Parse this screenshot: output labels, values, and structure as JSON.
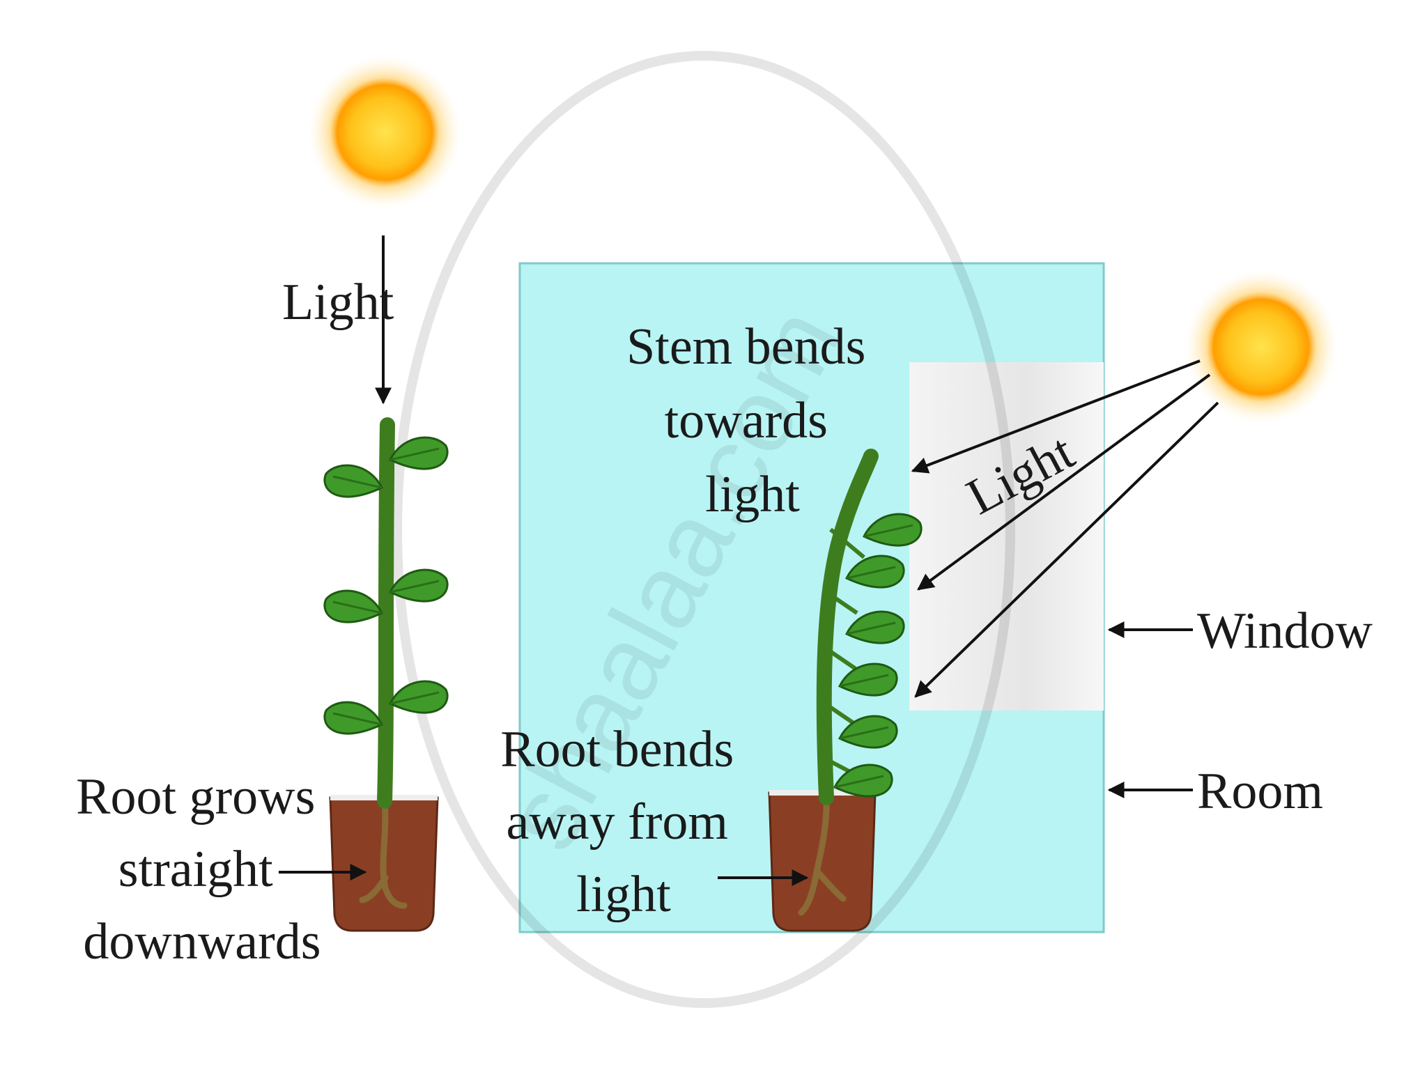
{
  "diagram": {
    "left_plant": {
      "light_label": "Light",
      "root_label_lines": [
        "Root grows",
        "straight",
        "downwards"
      ]
    },
    "right_plant": {
      "stem_label_lines": [
        "Stem bends",
        "towards",
        "light"
      ],
      "root_label_lines": [
        "Root bends",
        "away from",
        "light"
      ],
      "light_label": "Light"
    },
    "window_label": "Window",
    "room_label": "Room",
    "watermark_text": "shaalaa.com"
  },
  "colors": {
    "room": "#b8f4f4",
    "window": "#e8e8e8",
    "sun": "#ffb400",
    "stem": "#3e7d1e",
    "leaf": "#3f9a2a",
    "pot": "#8a3f25",
    "root": "#8a6a35"
  }
}
